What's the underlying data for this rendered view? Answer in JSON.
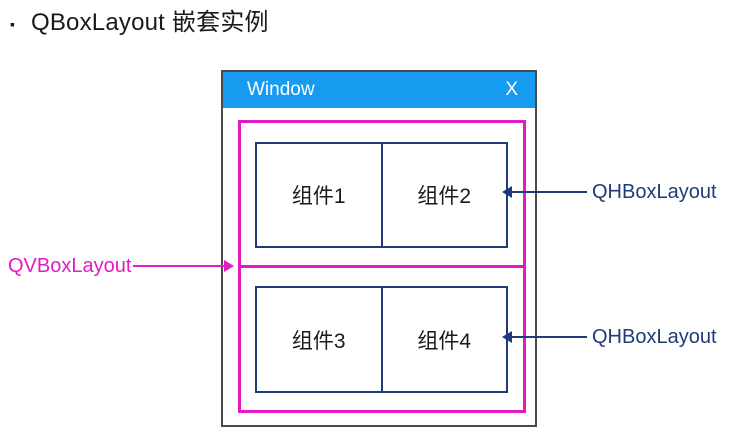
{
  "page": {
    "bullet": "▪",
    "title": "QBoxLayout 嵌套实例"
  },
  "window": {
    "title": "Window",
    "close_label": "X"
  },
  "diagram": {
    "vbox_layout_label": "QVBoxLayout",
    "hbox_layout_label_top": "QHBoxLayout",
    "hbox_layout_label_bottom": "QHBoxLayout",
    "rows": [
      {
        "cells": [
          {
            "label": "组件1"
          },
          {
            "label": "组件2"
          }
        ]
      },
      {
        "cells": [
          {
            "label": "组件3"
          },
          {
            "label": "组件4"
          }
        ]
      }
    ]
  },
  "colors": {
    "titlebar_blue": "#169bf0",
    "magenta": "#e41bc4",
    "navy": "#1f3c78",
    "window_border": "#4a4a4a",
    "text": "#1a1a1a"
  }
}
